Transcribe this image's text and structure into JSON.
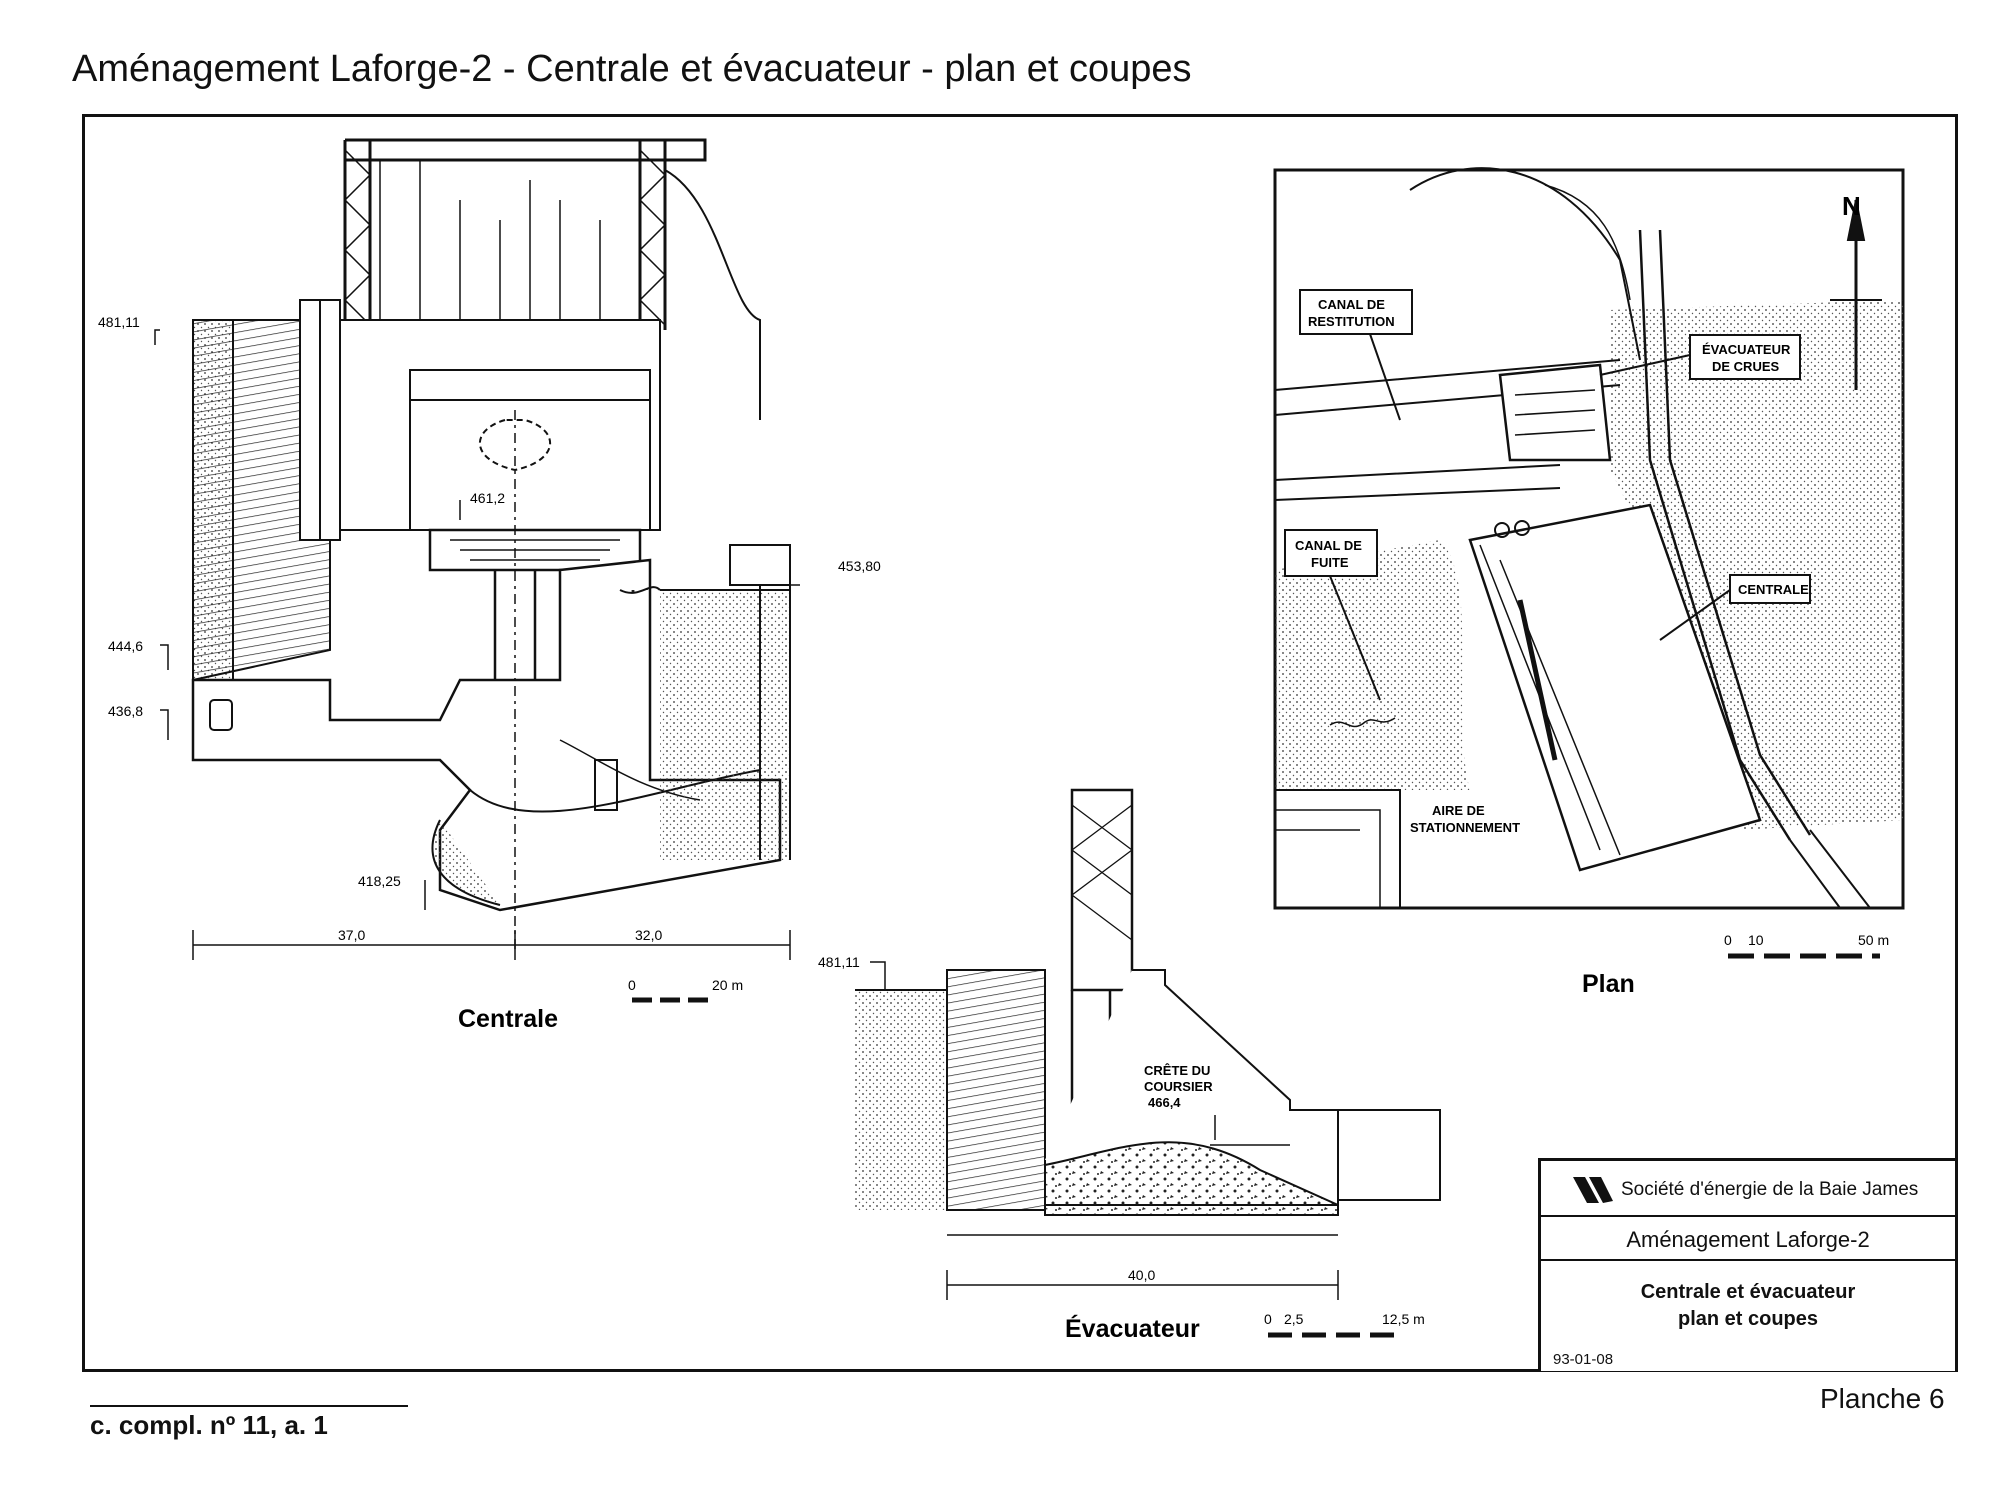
{
  "title": "Aménagement Laforge-2 - Centrale et évacuateur - plan et coupes",
  "centrale": {
    "caption": "Centrale",
    "elevations": [
      "481,11",
      "444,6",
      "436,8",
      "461,2",
      "453,80",
      "418,25"
    ],
    "dimensions": [
      "37,0",
      "32,0"
    ],
    "scale": {
      "zero": "0",
      "max": "20 m"
    }
  },
  "evacuateur": {
    "caption": "Évacuateur",
    "elevation": "481,11",
    "crest_label_1": "CRÊTE DU",
    "crest_label_2": "COURSIER",
    "crest_value": "466,4",
    "dimension": "40,0",
    "scale": {
      "zero": "0",
      "mid": "2,5",
      "max": "12,5 m"
    }
  },
  "plan": {
    "caption": "Plan",
    "north": "N",
    "labels": {
      "canal_restitution_1": "CANAL DE",
      "canal_restitution_2": "RESTITUTION",
      "evacuateur_crues_1": "ÉVACUATEUR",
      "evacuateur_crues_2": "DE CRUES",
      "canal_fuite_1": "CANAL DE",
      "canal_fuite_2": "FUITE",
      "centrale": "CENTRALE",
      "aire_1": "AIRE DE",
      "aire_2": "STATIONNEMENT"
    },
    "scale": {
      "zero": "0",
      "mid": "10",
      "max": "50 m"
    }
  },
  "titleblock": {
    "organization": "Société d'énergie de la Baie James",
    "project": "Aménagement Laforge-2",
    "subtitle_1": "Centrale et évacuateur",
    "subtitle_2": "plan et coupes",
    "date": "93-01-08"
  },
  "footnote": "c. compl. nº 11, a. 1",
  "planche": "Planche 6"
}
